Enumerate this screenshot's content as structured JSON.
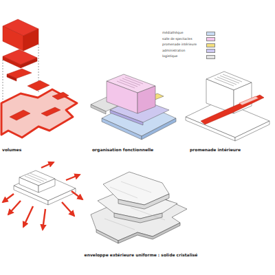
{
  "diagram": {
    "labels": [
      "volumes",
      "organisation fonctionnelle",
      "promenade intérieure",
      "enveloppe extérieure uniforme : solide cristalisé"
    ],
    "legend": [
      {
        "text": "médiathèque",
        "color": "#c8dbf3"
      },
      {
        "text": "salle de spectacles",
        "color": "#f3c6ea"
      },
      {
        "text": "promenade intérieure",
        "color": "#f4df7e"
      },
      {
        "text": "administration",
        "color": "#cdc8f0"
      },
      {
        "text": "logistique",
        "color": "#e2e2e2"
      }
    ]
  }
}
